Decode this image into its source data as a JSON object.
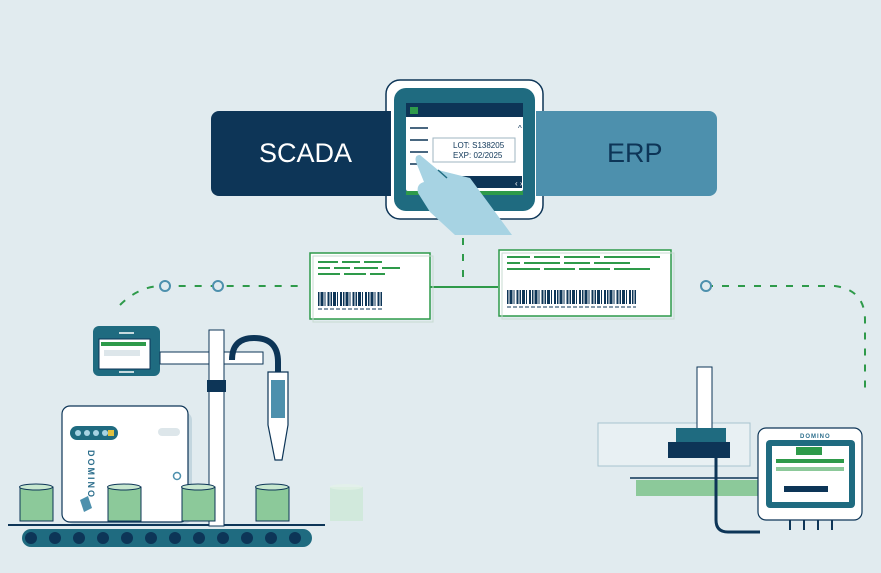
{
  "systems": {
    "scada_label": "SCADA",
    "erp_label": "ERP"
  },
  "hmi_screen": {
    "lot_text": "LOT: S138205",
    "exp_text": "EXP: 02/2025"
  },
  "printer": {
    "brand_label": "DOMINO"
  },
  "label_printer": {
    "brand_label": "DOMINO"
  },
  "colors": {
    "navy": "#0d3557",
    "steel_blue": "#4d90ad",
    "teal": "#1f6b80",
    "green": "#2e9a4a",
    "light_green": "#8cc99a",
    "background": "#e1ebef"
  }
}
